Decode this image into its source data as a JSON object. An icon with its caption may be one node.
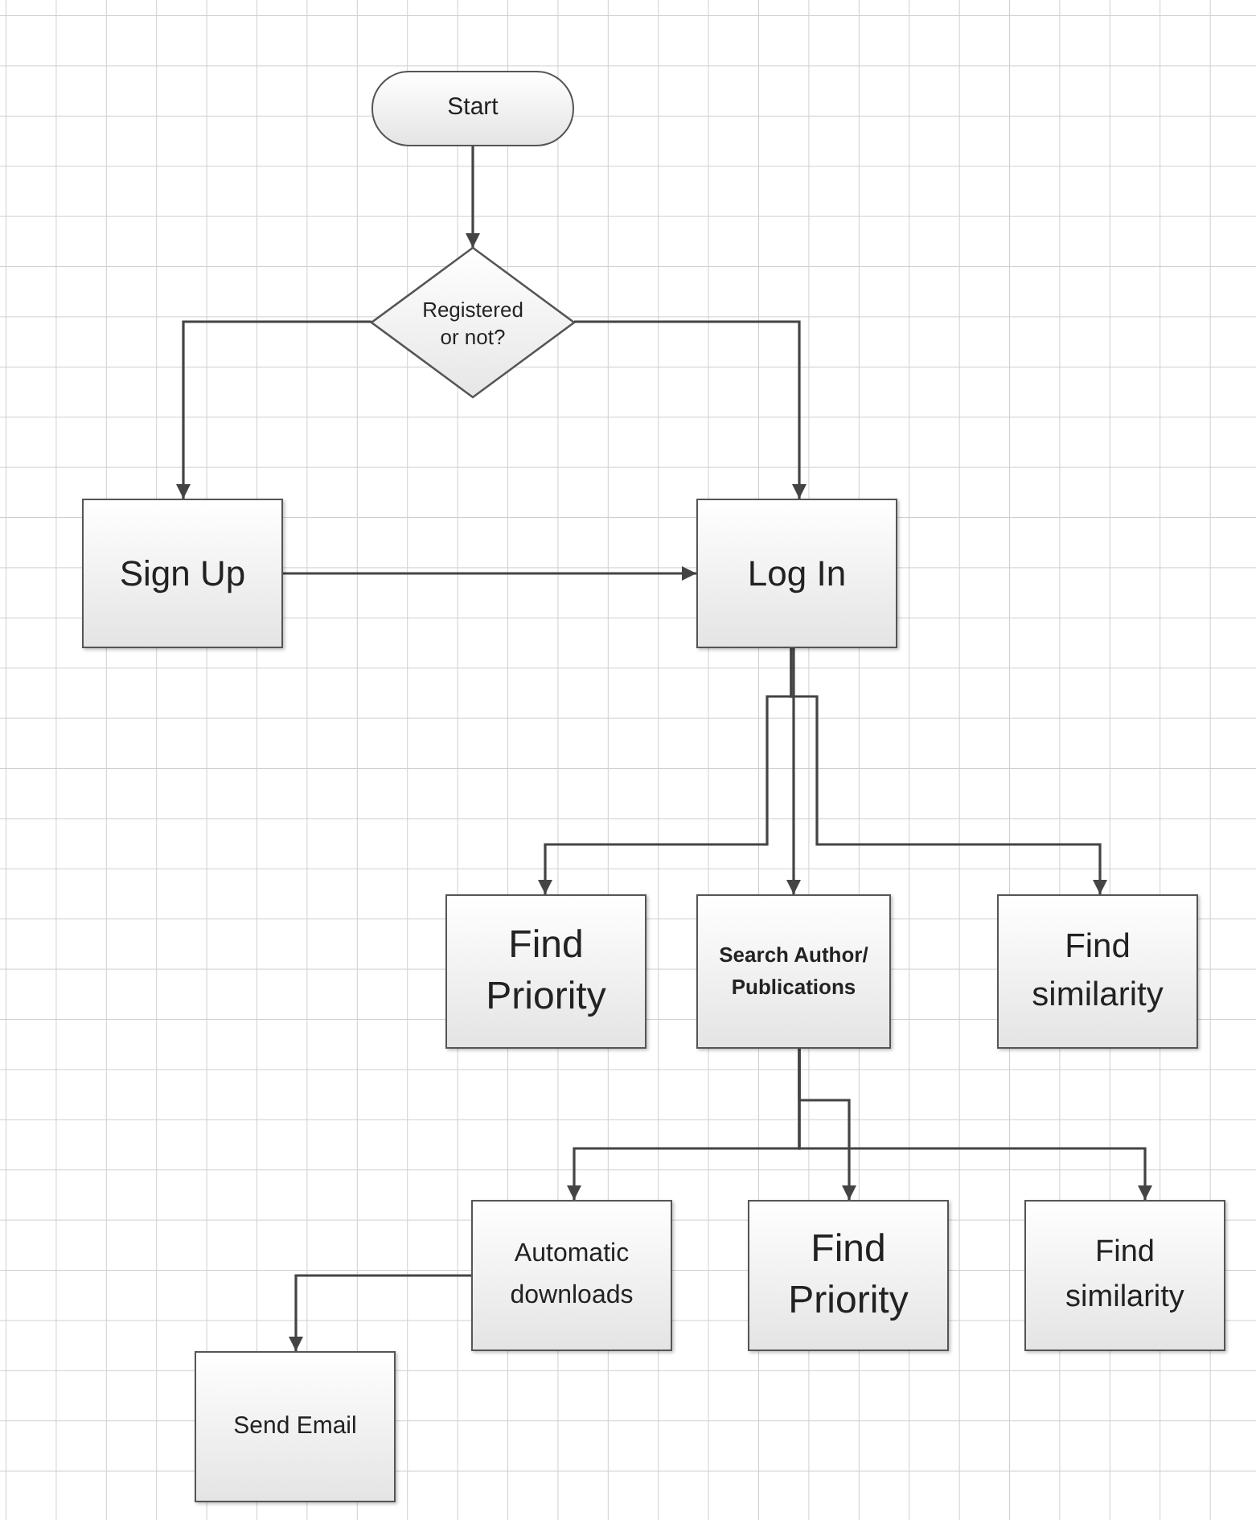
{
  "diagram": {
    "nodes": [
      {
        "text": [
          "Start"
        ]
      },
      {
        "text": [
          "Registered or not?"
        ]
      },
      {
        "text": [
          "Sign Up"
        ]
      },
      {
        "text": [
          "Log In"
        ]
      },
      {
        "text": [
          "Find Priority"
        ]
      },
      {
        "text": [
          "Search Author/ Publications"
        ]
      },
      {
        "text": [
          "Find similarity"
        ]
      },
      {
        "text": [
          "Automatic downloads"
        ]
      },
      {
        "text": [
          "Find Priority"
        ]
      },
      {
        "text": [
          "Find similarity"
        ]
      },
      {
        "text": [
          "Send Email"
        ]
      }
    ],
    "edges": [
      {
        "from": 0,
        "to": 1,
        "arrow": "to"
      },
      {
        "from": 1,
        "to": 2,
        "arrow": "to"
      },
      {
        "from": 1,
        "to": 3,
        "arrow": "to"
      },
      {
        "from": 2,
        "to": 3,
        "arrow": "to"
      },
      {
        "from": 3,
        "to": 4,
        "arrow": "to"
      },
      {
        "from": 3,
        "to": 5,
        "arrow": "to"
      },
      {
        "from": 3,
        "to": 6,
        "arrow": "to"
      },
      {
        "from": 5,
        "to": 7,
        "arrow": "to"
      },
      {
        "from": 5,
        "to": 8,
        "arrow": "to"
      },
      {
        "from": 5,
        "to": 9,
        "arrow": "to"
      },
      {
        "from": 7,
        "to": 10,
        "arrow": "to"
      }
    ]
  }
}
